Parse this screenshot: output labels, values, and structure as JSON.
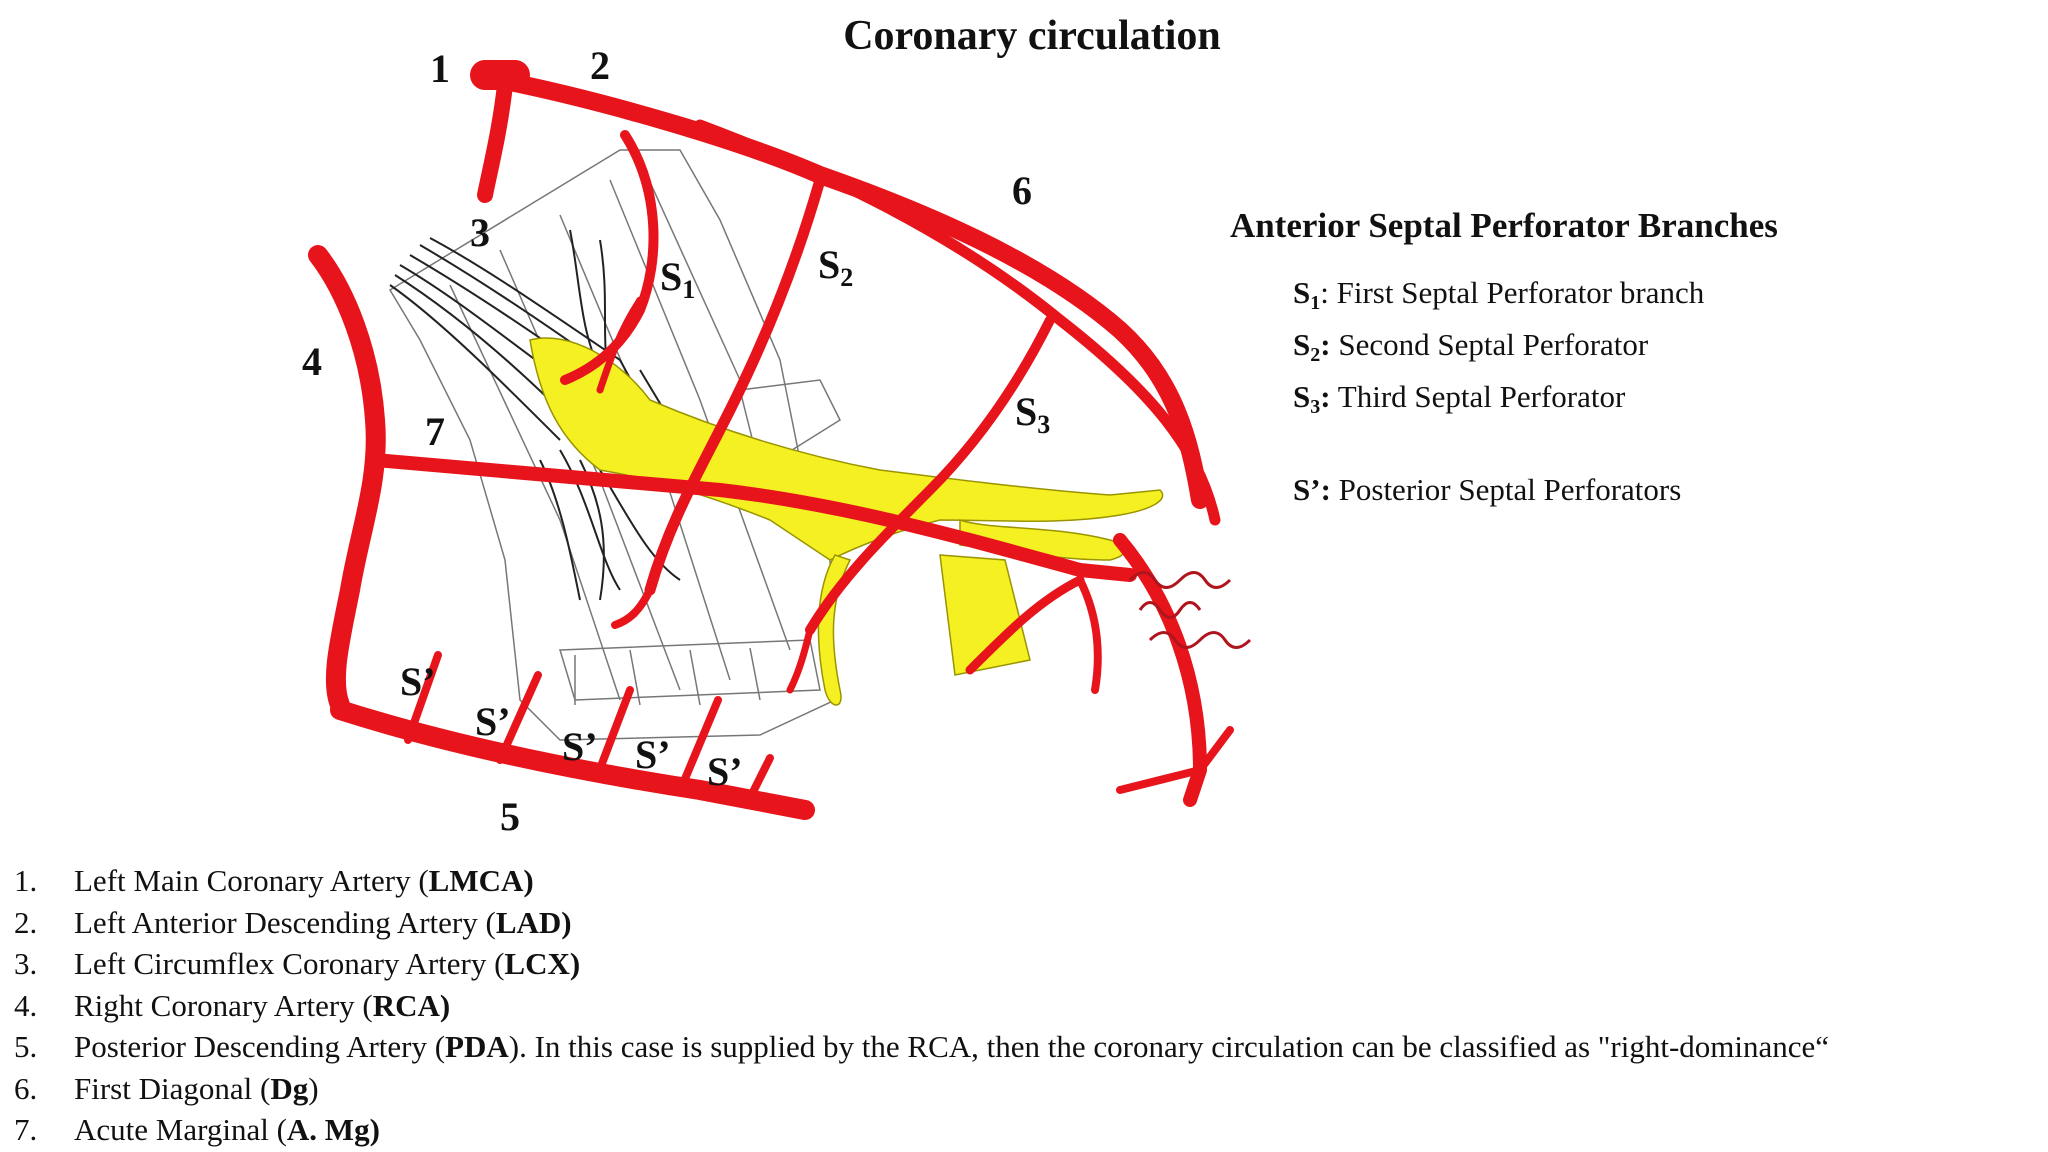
{
  "title": "Coronary circulation",
  "diagram_labels": {
    "n1": "1",
    "n2": "2",
    "n3": "3",
    "n4": "4",
    "n5": "5",
    "n6": "6",
    "n7": "7",
    "s1": "S",
    "s1_sub": "1",
    "s2": "S",
    "s2_sub": "2",
    "s3": "S",
    "s3_sub": "3",
    "sp": "S’"
  },
  "septal_panel": {
    "heading": "Anterior Septal Perforator Branches",
    "items": [
      {
        "sym": "S",
        "sub": "1",
        "sep": ":",
        "text": " First Septal Perforator branch"
      },
      {
        "sym": "S",
        "sub": "2",
        "sep": ":",
        "text": " Second Septal Perforator"
      },
      {
        "sym": "S",
        "sub": "3",
        "sep": ":",
        "text": " Third Septal Perforator"
      }
    ],
    "posterior": {
      "sym": "S’:",
      "text": " Posterior Septal Perforators"
    }
  },
  "legend": [
    {
      "num": "1.",
      "text": "Left Main Coronary Artery (",
      "abbr": "LMCA)",
      "tail": ""
    },
    {
      "num": "2.",
      "text": "Left Anterior Descending Artery (",
      "abbr": "LAD)",
      "tail": ""
    },
    {
      "num": "3.",
      "text": "Left Circumflex Coronary Artery (",
      "abbr": "LCX)",
      "tail": ""
    },
    {
      "num": "4.",
      "text": "Right Coronary Artery (",
      "abbr": "RCA)",
      "tail": ""
    },
    {
      "num": "5.",
      "text": "Posterior Descending Artery (",
      "abbr": "PDA",
      "tail": "). In this case is supplied by the RCA, then the coronary circulation can be classified as \"right-dominance“"
    },
    {
      "num": "6.",
      "text": "First Diagonal (",
      "abbr": "Dg",
      "tail": ")"
    },
    {
      "num": "7.",
      "text": "Acute Marginal (",
      "abbr": "A. Mg)",
      "tail": ""
    }
  ],
  "colors": {
    "artery": "#e8141c",
    "conduction": "#f4f021",
    "sketch": "#222222",
    "sketch_light": "#777777",
    "wavy": "#b0141c"
  }
}
